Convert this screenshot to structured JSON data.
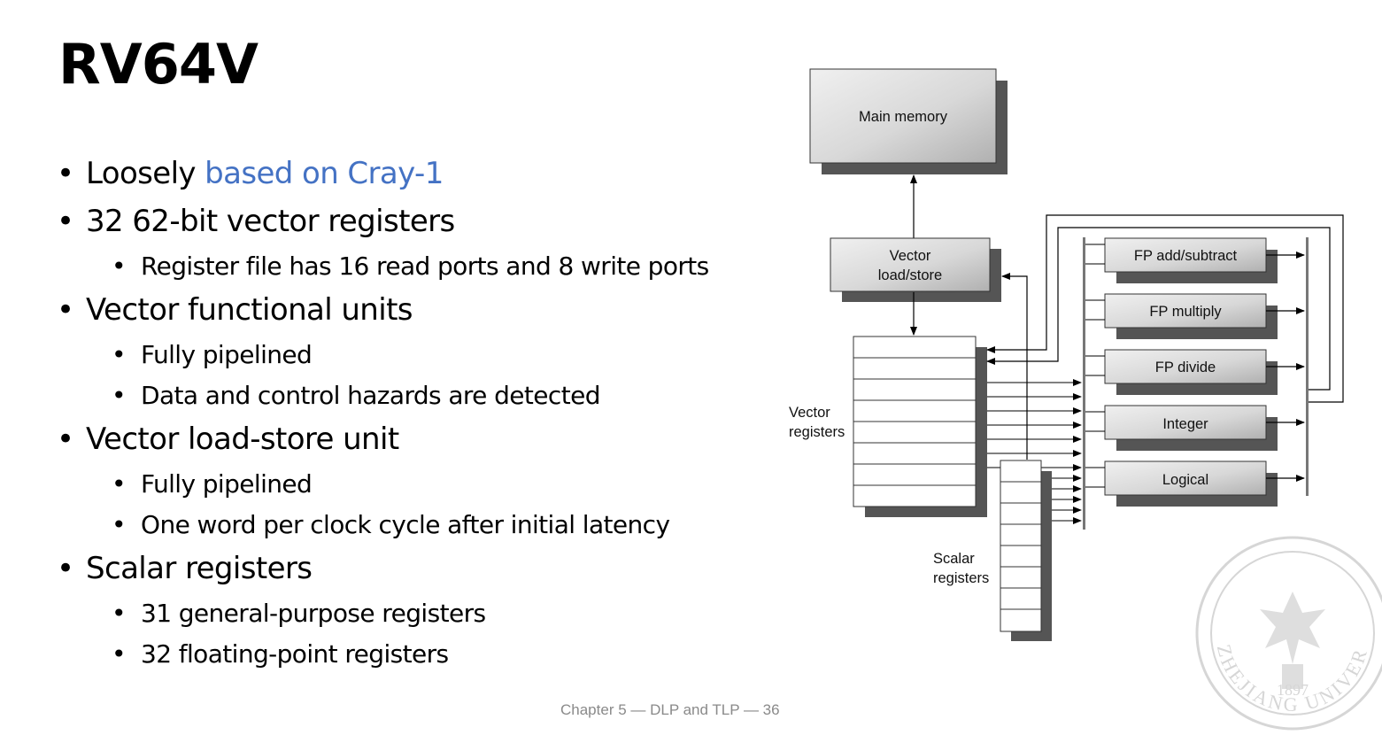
{
  "title": "RV64V",
  "bullets": {
    "b1_plain": "Loosely ",
    "b1_link": "based on Cray-1",
    "b2": "32 62-bit vector registers",
    "b2_1": "Register file has 16 read ports and 8 write ports",
    "b3": "Vector functional units",
    "b3_1": "Fully pipelined",
    "b3_2": "Data and control hazards are detected",
    "b4": "Vector load-store unit",
    "b4_1": "Fully pipelined",
    "b4_2": "One word per clock cycle after initial latency",
    "b5": "Scalar registers",
    "b5_1": "31 general-purpose registers",
    "b5_2": "32 floating-point registers"
  },
  "footer": "Chapter 5 — DLP and TLP — 36",
  "diagram": {
    "main_memory": "Main memory",
    "vls_line1": "Vector",
    "vls_line2": "load/store",
    "vreg_line1": "Vector",
    "vreg_line2": "registers",
    "sreg_line1": "Scalar",
    "sreg_line2": "registers",
    "units": [
      "FP add/subtract",
      "FP multiply",
      "FP divide",
      "Integer",
      "Logical"
    ]
  },
  "watermark": {
    "name": "ZHEJIANG UNIVERSITY",
    "year": "1897"
  }
}
